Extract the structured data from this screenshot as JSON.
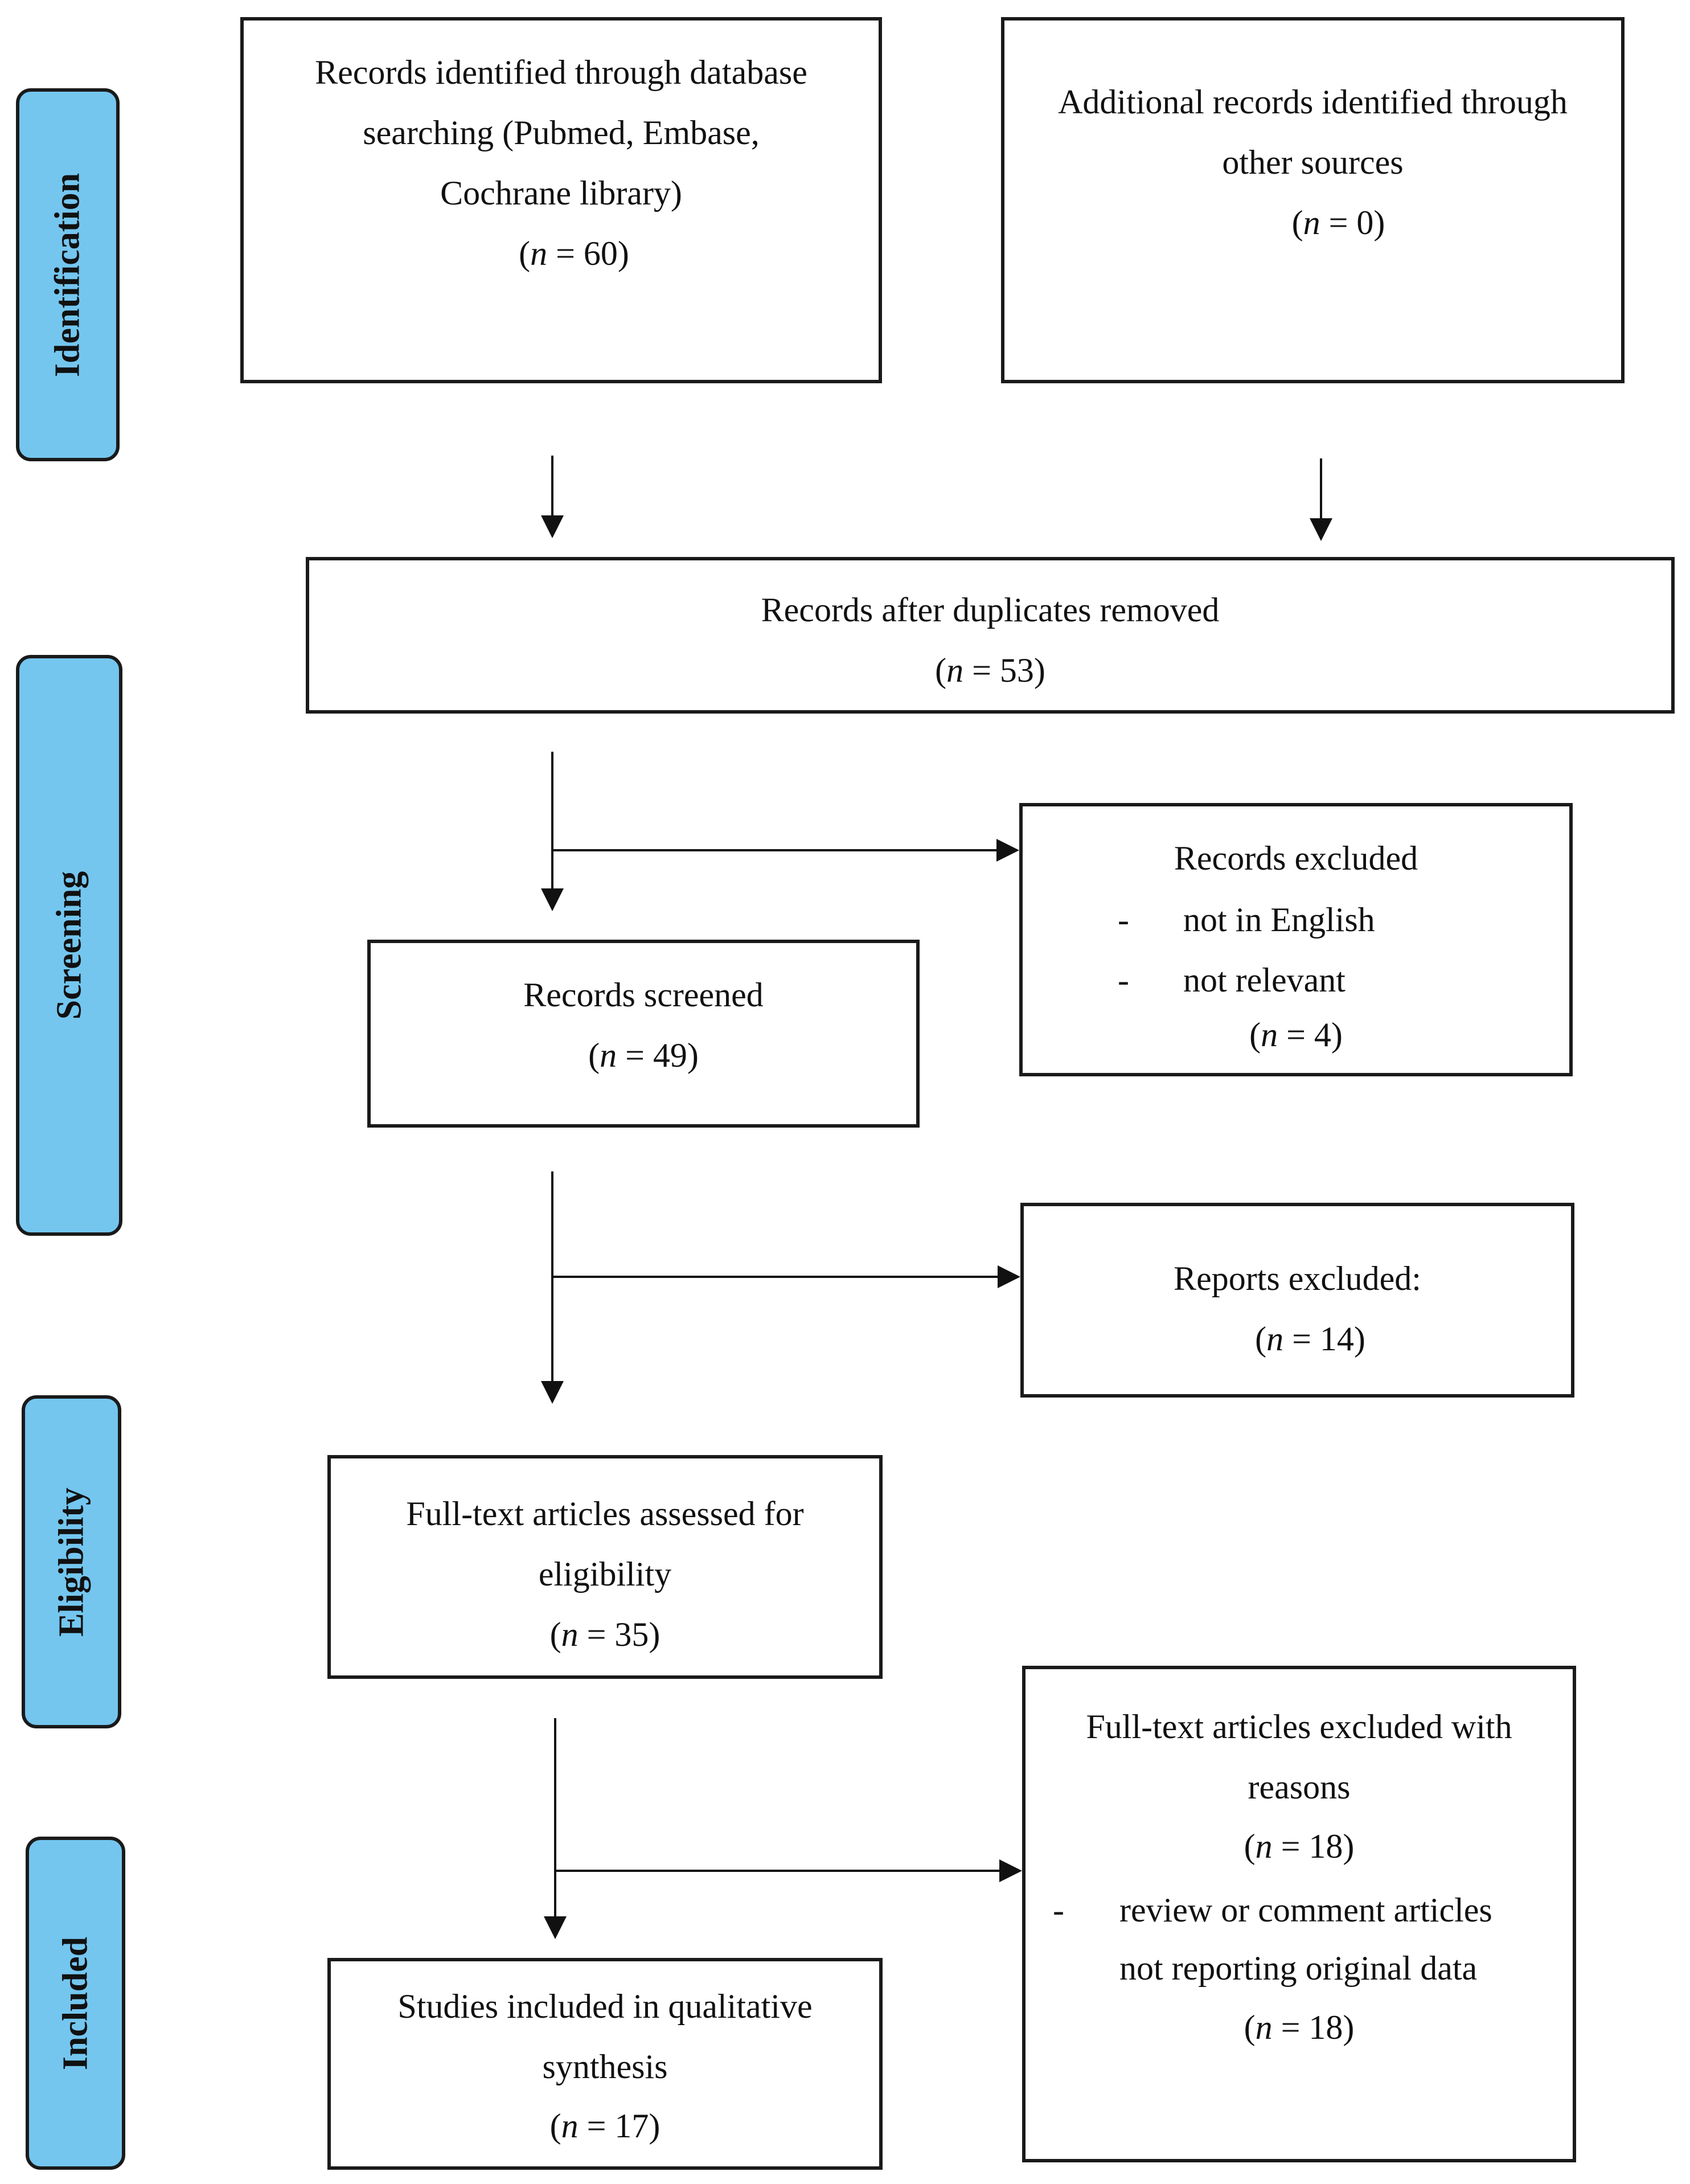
{
  "phases": {
    "identification": "Identification",
    "screening": "Screening",
    "eligibility": "Eligibility",
    "included": "Included"
  },
  "boxes": {
    "database_records": {
      "lines": [
        "Records identified through database",
        "searching (Pubmed, Embase,",
        "Cochrane library)"
      ],
      "n_prefix": "(",
      "n_var": "n",
      "n_value": " = 60)"
    },
    "other_sources": {
      "lines": [
        "Additional records identified through",
        "other sources"
      ],
      "n_prefix": "(",
      "n_var": "n",
      "n_value": " = 0)"
    },
    "after_duplicates": {
      "lines": [
        "Records after duplicates removed"
      ],
      "n_prefix": "(",
      "n_var": "n",
      "n_value": " = 53)"
    },
    "records_excluded": {
      "title": "Records excluded",
      "bullets": [
        "not in English",
        "not relevant"
      ],
      "bullet_mark": "-",
      "n_prefix": "(",
      "n_var": "n",
      "n_value": " = 4)"
    },
    "records_screened": {
      "lines": [
        "Records screened"
      ],
      "n_prefix": "(",
      "n_var": "n",
      "n_value": " = 49)"
    },
    "reports_excluded": {
      "lines": [
        "Reports excluded:"
      ],
      "n_prefix": "(",
      "n_var": "n",
      "n_value": " = 14)"
    },
    "fulltext_assessed": {
      "lines": [
        "Full-text articles assessed for",
        "eligibility"
      ],
      "n_prefix": "(",
      "n_var": "n",
      "n_value": " = 35)"
    },
    "fulltext_excluded": {
      "lines": [
        "Full-text articles excluded with",
        "reasons"
      ],
      "n_prefix": "(",
      "n_var": "n",
      "n_value": " = 18)",
      "bullet_mark": "-",
      "bullet_lines": [
        "review or comment articles",
        "not reporting original data"
      ],
      "n2_prefix": "(",
      "n2_var": "n",
      "n2_value": " = 18)"
    },
    "studies_included": {
      "lines": [
        "Studies included in qualitative",
        "synthesis"
      ],
      "n_prefix": "(",
      "n_var": "n",
      "n_value": " = 17)"
    }
  }
}
